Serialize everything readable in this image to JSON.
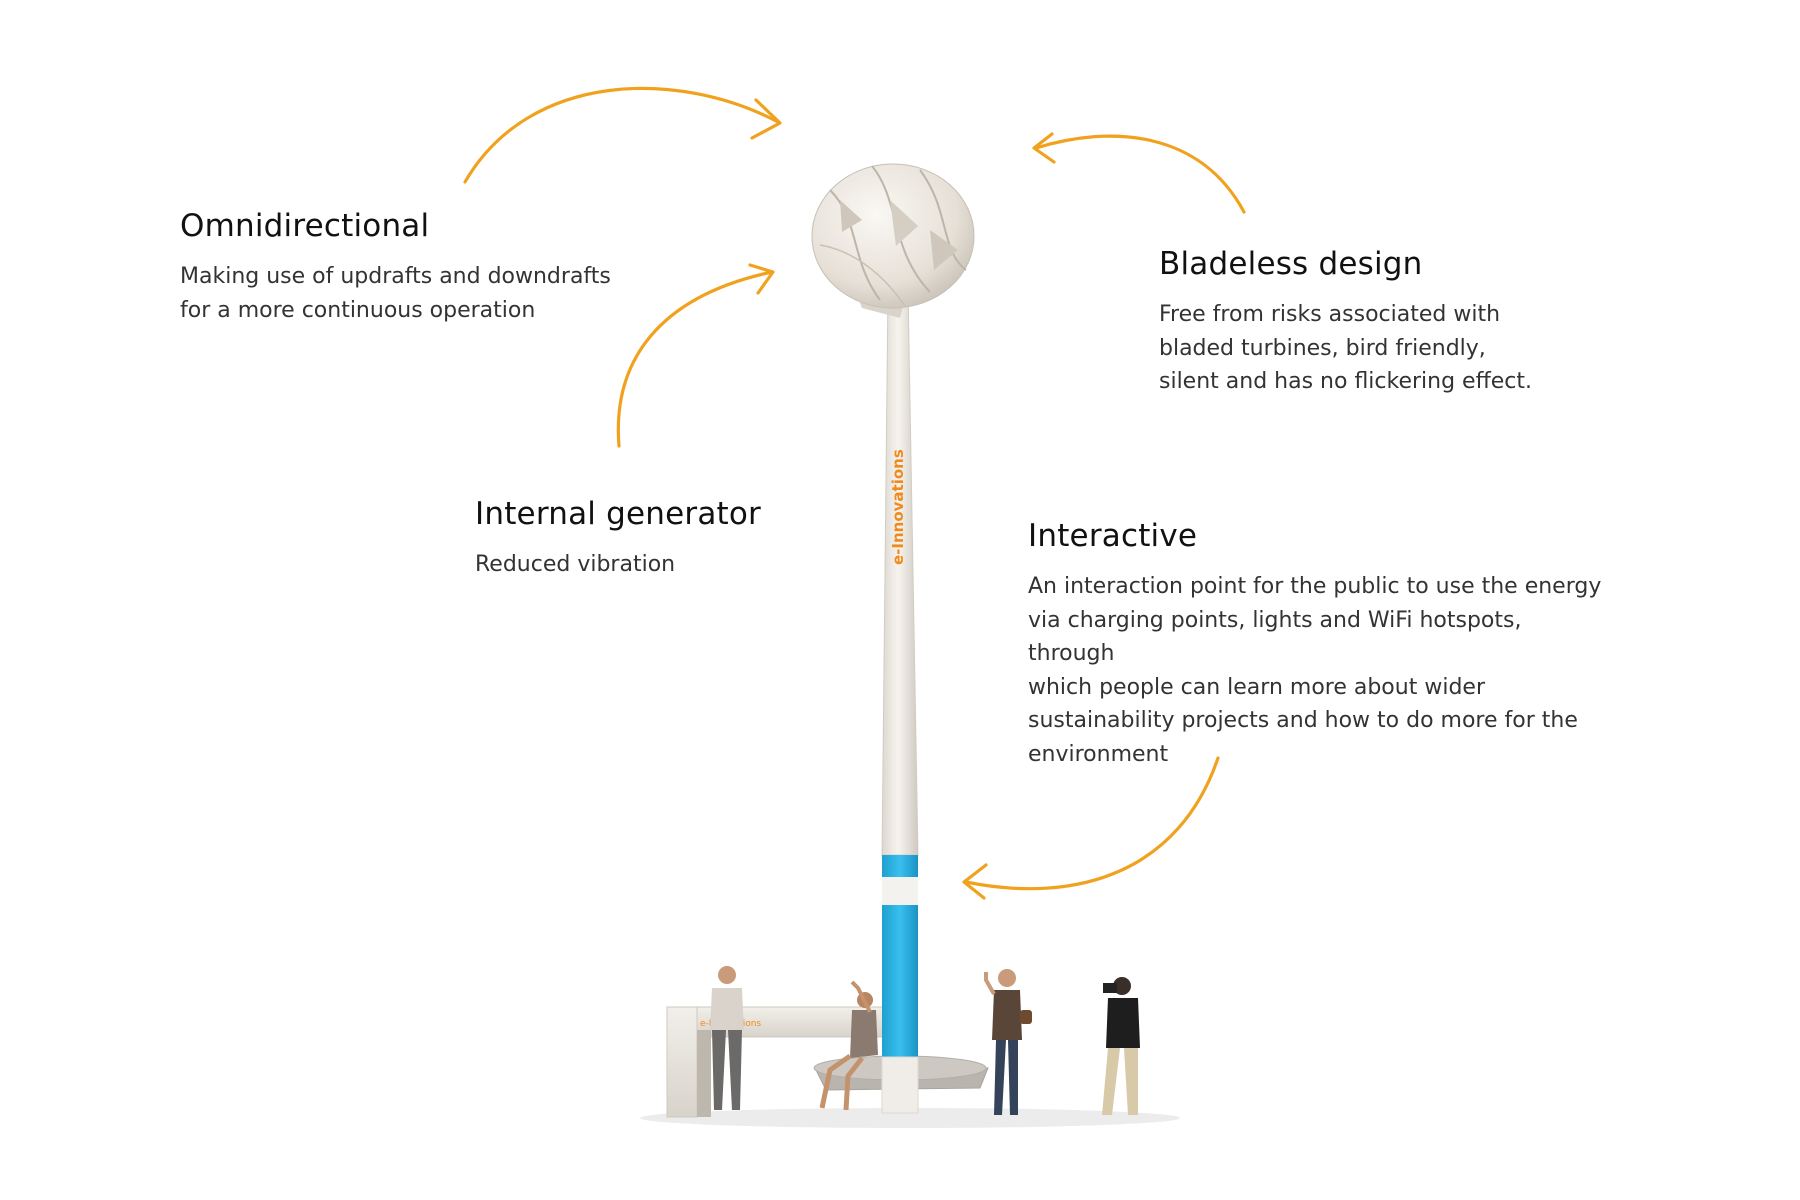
{
  "features": [
    {
      "id": "omnidirectional",
      "title": "Omnidirectional",
      "lines": [
        "Making use of updrafts and downdrafts",
        "for a more continuous operation"
      ]
    },
    {
      "id": "bladeless",
      "title": "Bladeless design",
      "lines": [
        "Free from risks associated with",
        "bladed turbines, bird friendly,",
        "silent and has no flickering effect."
      ]
    },
    {
      "id": "generator",
      "title": "Internal generator",
      "lines": [
        "Reduced vibration"
      ]
    },
    {
      "id": "interactive",
      "title": "Interactive",
      "lines": [
        "An interaction point for the public to use the energy",
        "via charging points, lights and WiFi hotspots, through",
        "which people can learn more about wider",
        "sustainability projects and how to do more for the",
        "environment"
      ]
    }
  ],
  "pole_brand": "e-Innovations",
  "bench_brand": "e-Innovations",
  "colors": {
    "arrow": "#f0a21e",
    "pole_band": "#2fb3e3",
    "brand": "#f08a1c",
    "turbine": "#e9e4dc"
  }
}
